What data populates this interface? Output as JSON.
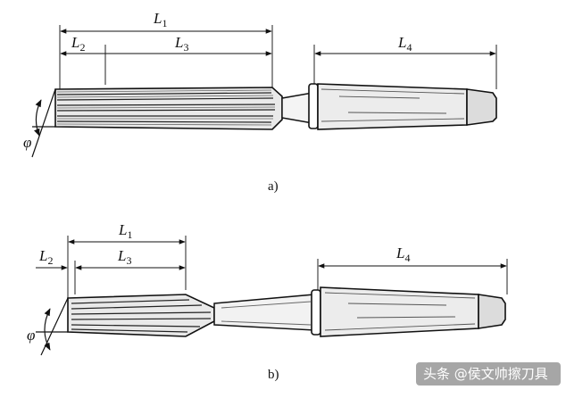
{
  "figure_a": {
    "caption": "a)",
    "dims": [
      {
        "base": "L",
        "sub": "1"
      },
      {
        "base": "L",
        "sub": "2"
      },
      {
        "base": "L",
        "sub": "3"
      },
      {
        "base": "L",
        "sub": "4"
      }
    ],
    "angle": "φ"
  },
  "figure_b": {
    "caption": "b)",
    "dims": [
      {
        "base": "L",
        "sub": "1"
      },
      {
        "base": "L",
        "sub": "2"
      },
      {
        "base": "L",
        "sub": "3"
      },
      {
        "base": "L",
        "sub": "4"
      }
    ],
    "angle": "φ"
  },
  "watermark": {
    "text": "头条 @侯文帅擦刀具"
  }
}
